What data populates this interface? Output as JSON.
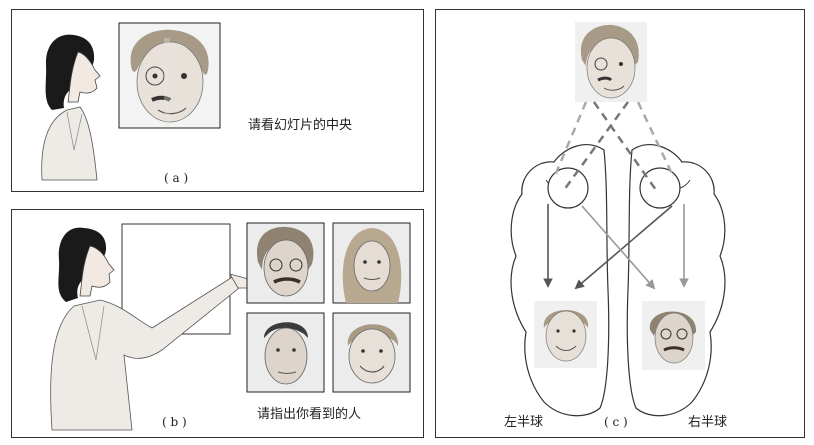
{
  "panel_a": {
    "instruction": "请看幻灯片的中央",
    "caption": "( a )"
  },
  "panel_b": {
    "instruction": "请指出你看到的人",
    "caption": "( b )"
  },
  "panel_c": {
    "left_hemisphere_label": "左半球",
    "right_hemisphere_label": "右半球",
    "caption": "( c )"
  }
}
